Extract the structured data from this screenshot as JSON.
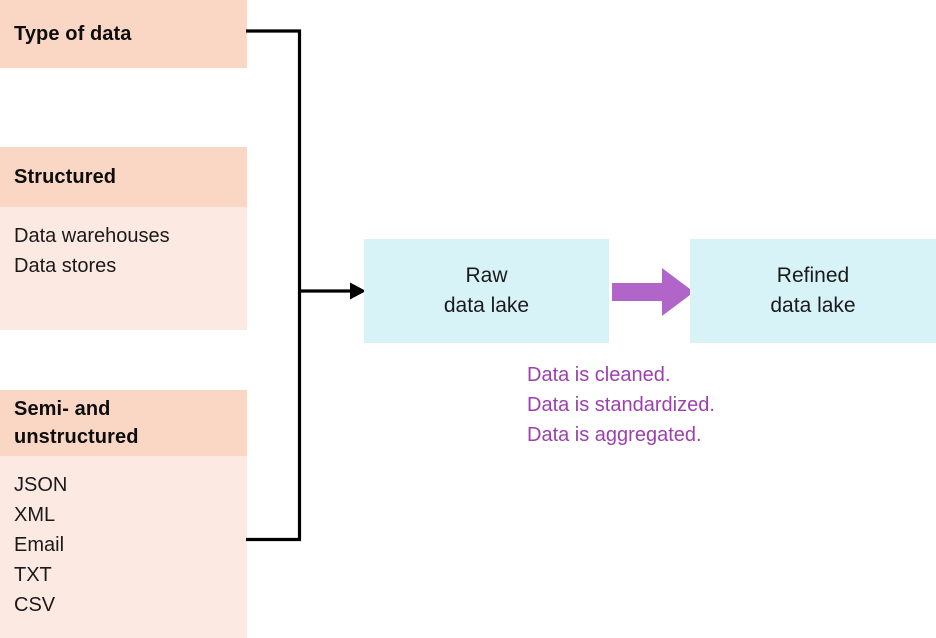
{
  "diagram": {
    "title_card": {
      "label": "Type of data",
      "bg": "#fad6c4"
    },
    "categories": [
      {
        "name": "structured",
        "header": "Structured",
        "items": [
          "Data warehouses",
          "Data stores"
        ]
      },
      {
        "name": "semi-and-unstructured",
        "header_line_1": "Semi- and",
        "header_line_2": "unstructured",
        "items": [
          "JSON",
          "XML",
          "Email",
          "TXT",
          "CSV"
        ]
      }
    ],
    "lakes": [
      {
        "name": "raw-data-lake",
        "line_1": "Raw",
        "line_2": "data lake",
        "bg": "#d7f3f8"
      },
      {
        "name": "refined-data-lake",
        "line_1": "Refined",
        "line_2": "data lake",
        "bg": "#d7f3f8"
      }
    ],
    "transform_caption": {
      "line_1": "Data is cleaned.",
      "line_2": "Data is standardized.",
      "line_3": "Data is aggregated.",
      "color": "#9d3fae"
    },
    "colors": {
      "header_bg": "#fad6c4",
      "body_bg": "#fce9e2",
      "lake_bg": "#d7f3f8",
      "accent_purple": "#b265c8",
      "connector": "#000000",
      "text": "#1a1a1a"
    }
  }
}
